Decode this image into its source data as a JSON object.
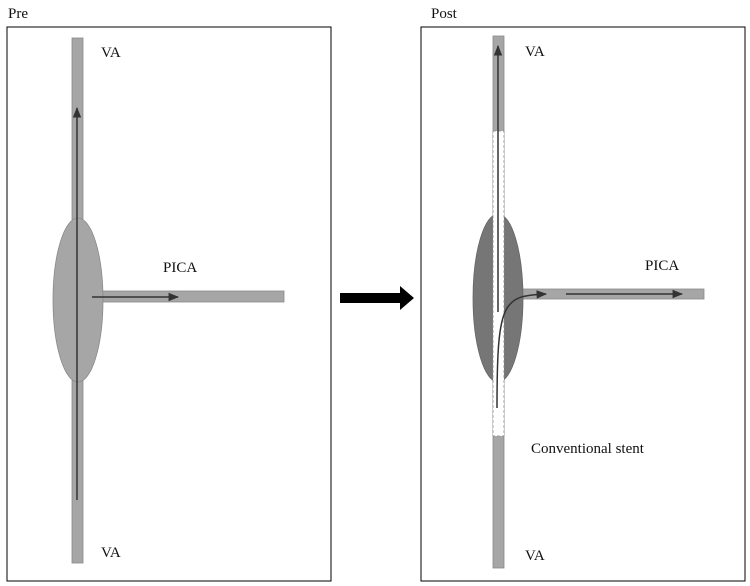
{
  "panels": {
    "pre": {
      "title": "Pre",
      "va_top": "VA",
      "va_bottom": "VA",
      "branch": "PICA"
    },
    "post": {
      "title": "Post",
      "va_top": "VA",
      "va_bottom": "VA",
      "branch": "PICA",
      "stent": "Conventional stent"
    }
  },
  "transition_arrow": "right-arrow",
  "colors": {
    "vessel": "#a6a6a6",
    "aneurysm_pre": "#a6a6a6",
    "aneurysm_post": "#767676",
    "flow_arrow": "#333333",
    "frame": "#000000"
  }
}
